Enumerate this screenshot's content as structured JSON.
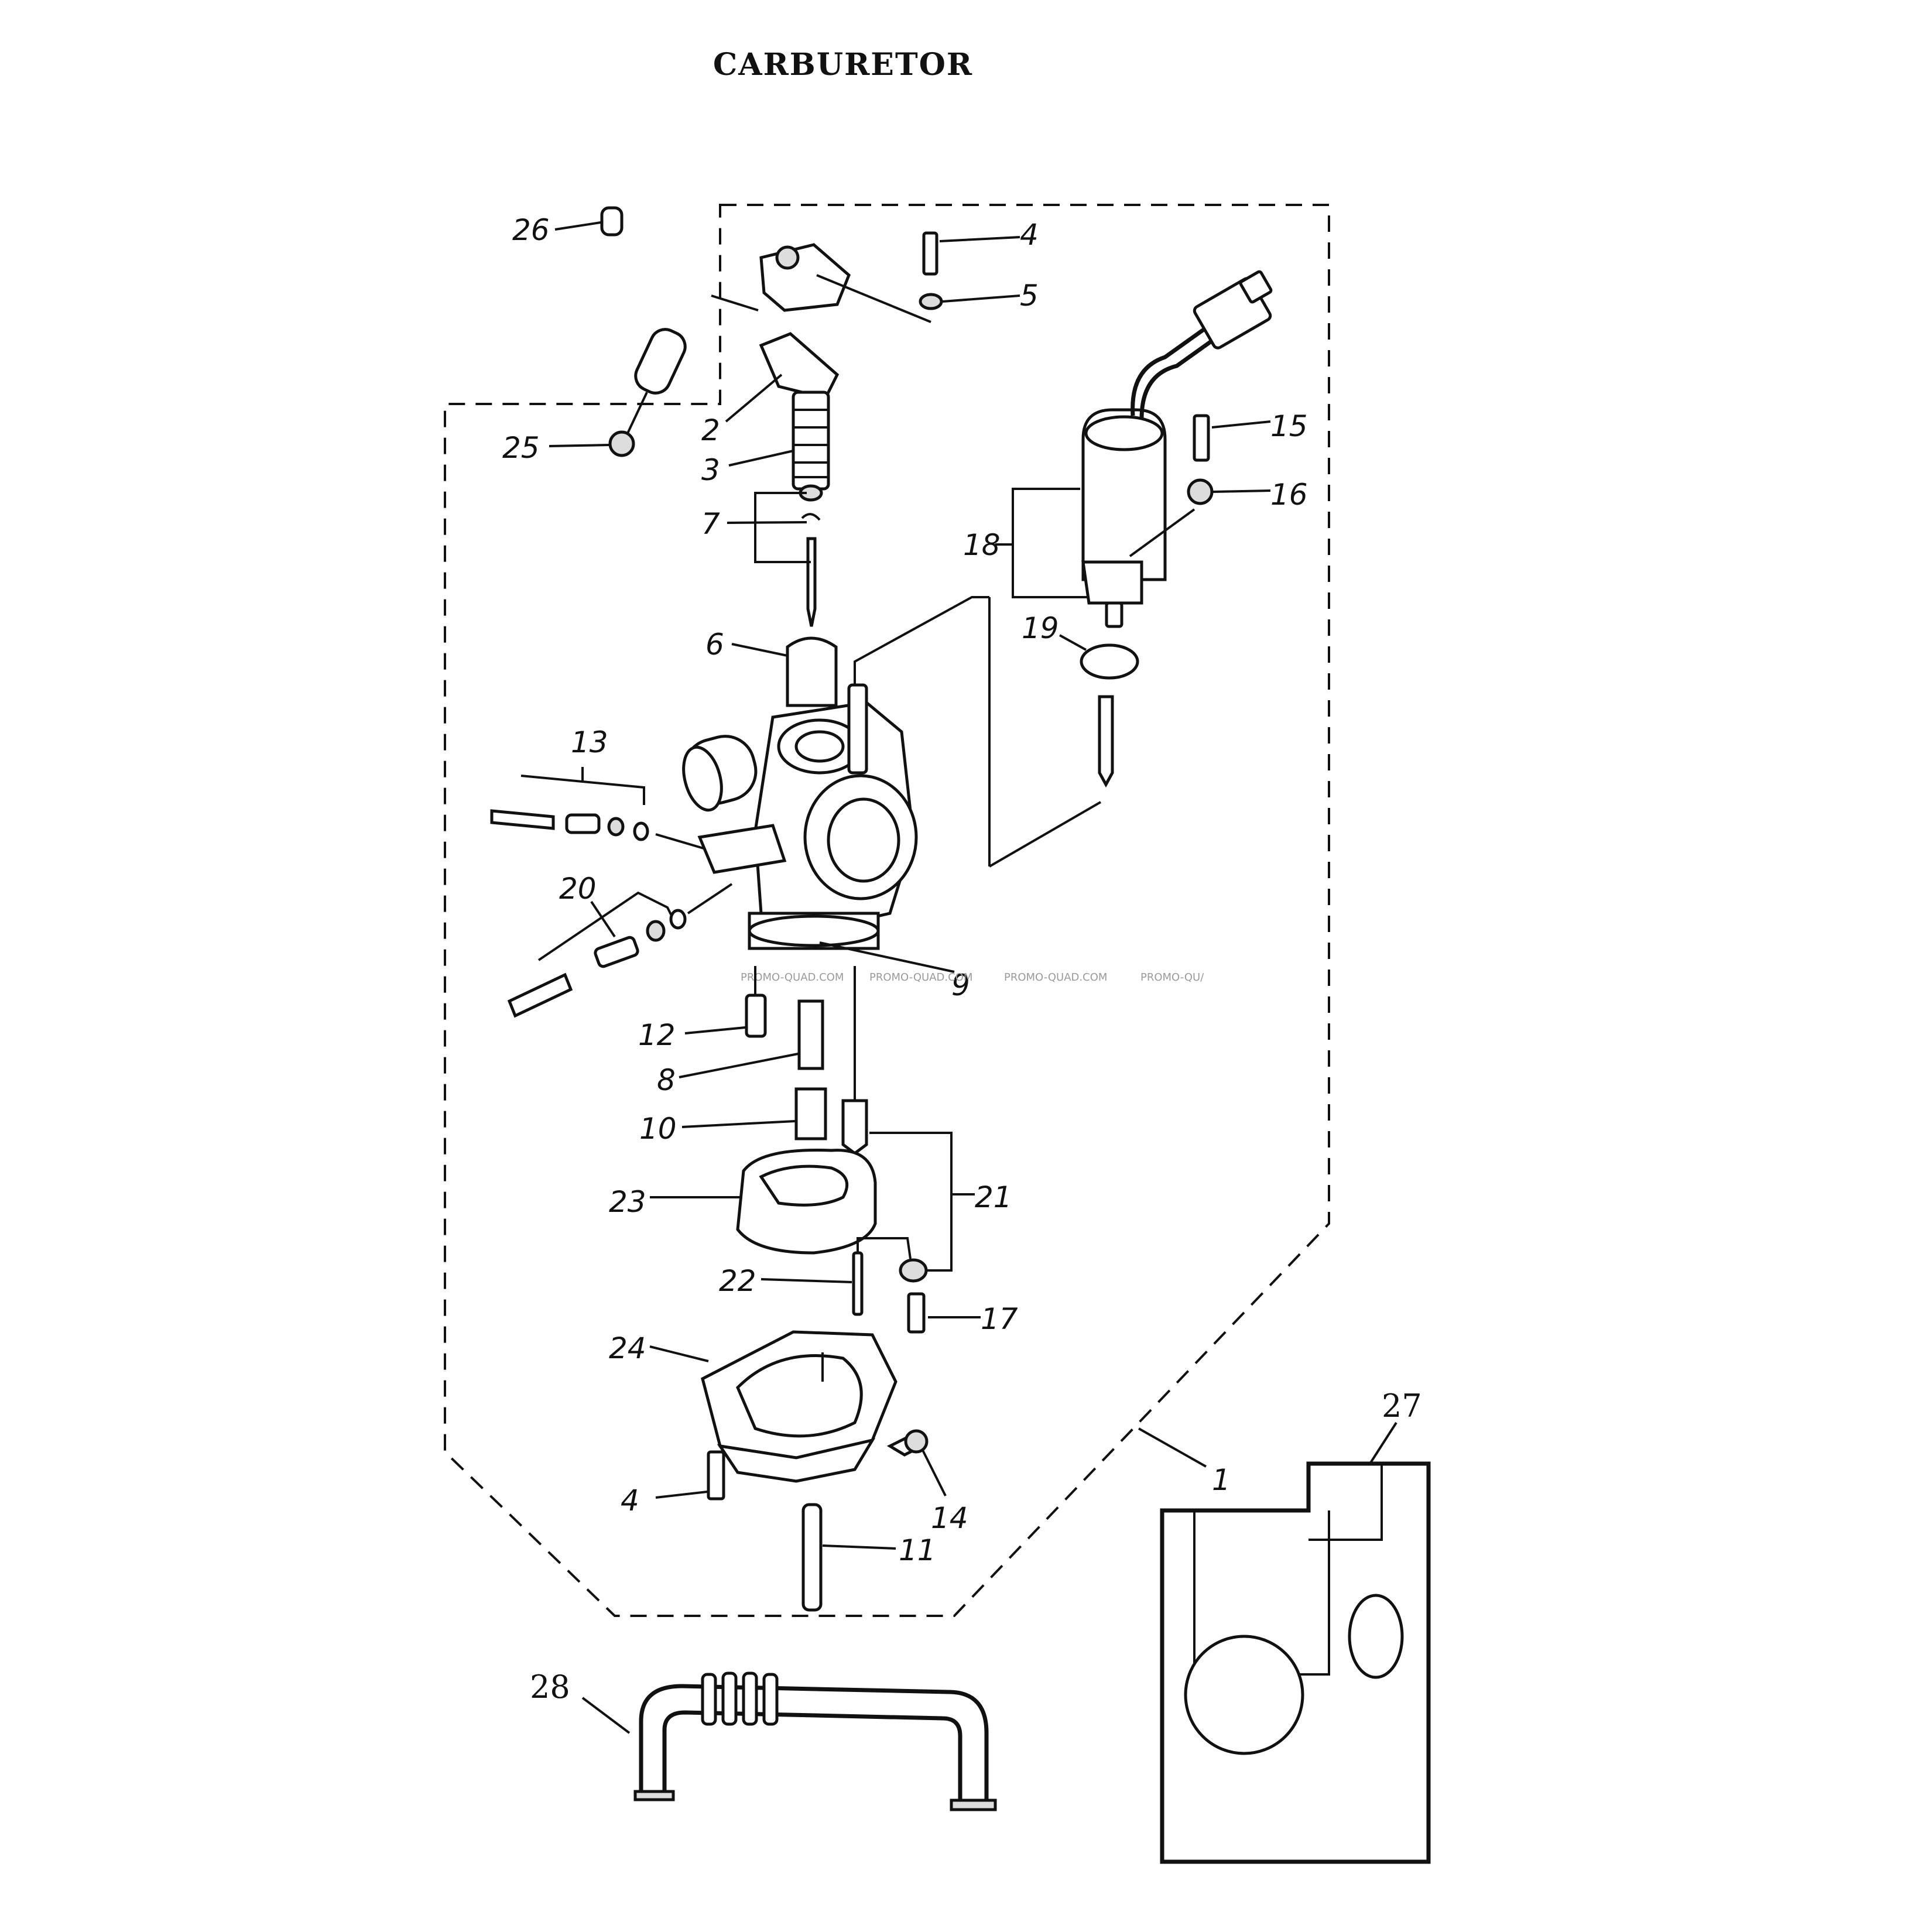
{
  "title": "CARBURETOR",
  "watermark": "PROMO-QUAD.COM",
  "watermark_partial": "PROMO-QU/",
  "callouts": {
    "c1": "1",
    "c2": "2",
    "c3": "3",
    "c4a": "4",
    "c4b": "4",
    "c5": "5",
    "c6": "6",
    "c7": "7",
    "c8": "8",
    "c9": "9",
    "c10": "10",
    "c11": "11",
    "c12": "12",
    "c13": "13",
    "c14": "14",
    "c15": "15",
    "c16": "16",
    "c17": "17",
    "c18": "18",
    "c19": "19",
    "c20": "20",
    "c21": "21",
    "c22": "22",
    "c23": "23",
    "c24": "24",
    "c25": "25",
    "c26": "26",
    "c27": "27",
    "c28": "28"
  }
}
